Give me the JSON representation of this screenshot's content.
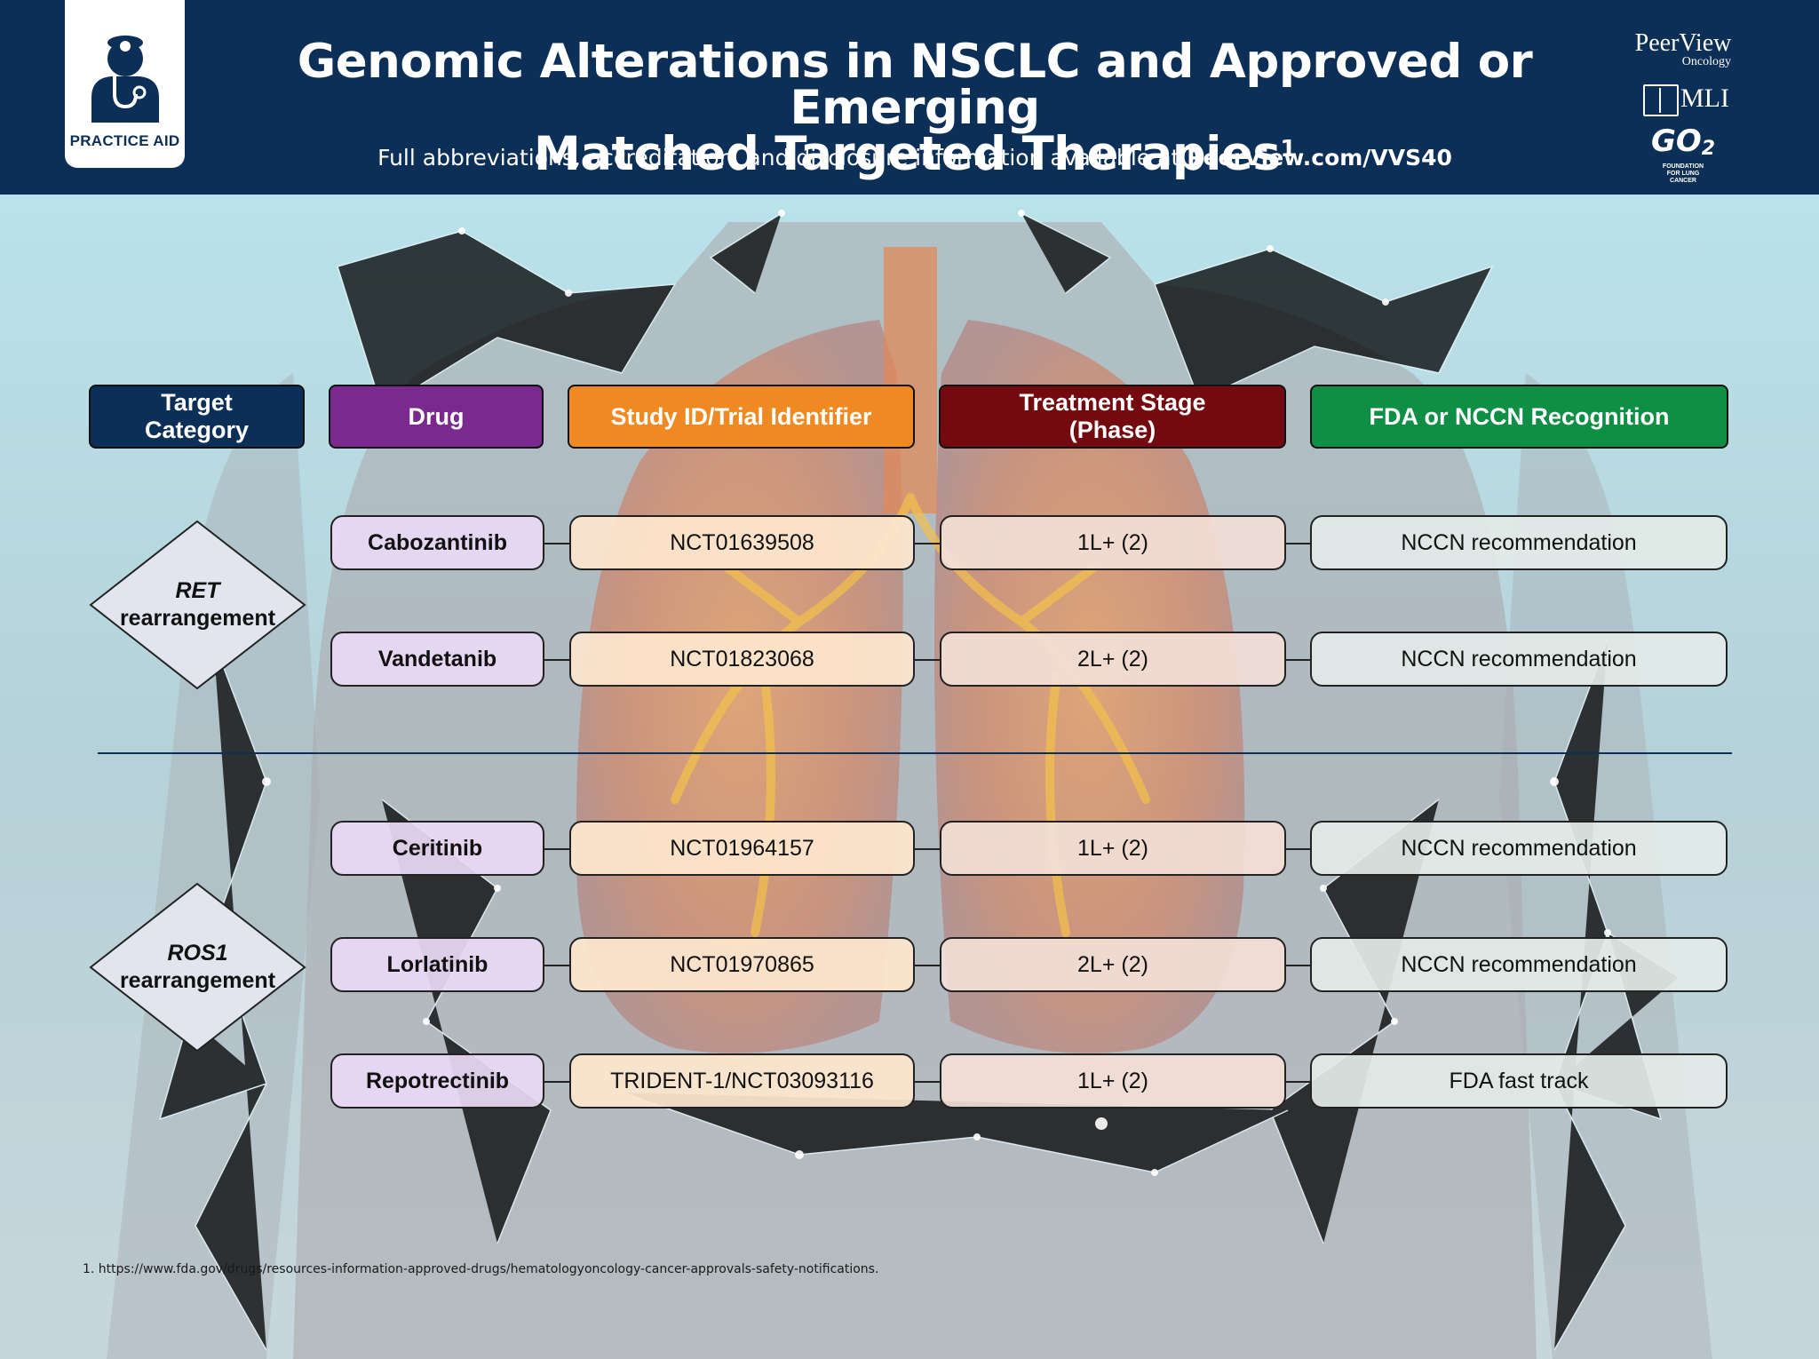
{
  "header": {
    "badge_label": "PRACTICE AID",
    "title_line1": "Genomic Alterations in NSCLC and Approved or Emerging",
    "title_line2": "Matched Targeted Therapies",
    "title_superscript": "1",
    "subtitle_text": "Full abbreviations, accreditation, and disclosure information available at ",
    "subtitle_link": "PeerView.com/VVS40",
    "logos": {
      "peerview_main": "PeerView",
      "peerview_sub": "Oncology",
      "mli": "MLI",
      "go2": "GO",
      "go2_sub": "2",
      "go2_caption_1": "FOUNDATION",
      "go2_caption_2": "FOR LUNG",
      "go2_caption_3": "CANCER"
    }
  },
  "columns": {
    "target_line1": "Target",
    "target_line2": "Category",
    "drug": "Drug",
    "study": "Study ID/Trial Identifier",
    "stage_line1": "Treatment Stage",
    "stage_line2": "(Phase)",
    "fda": "FDA or NCCN Recognition"
  },
  "groups": [
    {
      "name_italic": "RET",
      "name_rest": "rearrangement",
      "rows": [
        {
          "drug": "Cabozantinib",
          "study": "NCT01639508",
          "stage": "1L+ (2)",
          "recognition": "NCCN recommendation"
        },
        {
          "drug": "Vandetanib",
          "study": "NCT01823068",
          "stage": "2L+ (2)",
          "recognition": "NCCN recommendation"
        }
      ]
    },
    {
      "name_italic": "ROS1",
      "name_rest": "rearrangement",
      "rows": [
        {
          "drug": "Ceritinib",
          "study": "NCT01964157",
          "stage": "1L+ (2)",
          "recognition": "NCCN recommendation"
        },
        {
          "drug": "Lorlatinib",
          "study": "NCT01970865",
          "stage": "2L+ (2)",
          "recognition": "NCCN recommendation"
        },
        {
          "drug": "Repotrectinib",
          "study": "TRIDENT-1/NCT03093116",
          "stage": "1L+ (2)",
          "recognition": "FDA fast track"
        }
      ]
    }
  ],
  "footnote": "1. https://www.fda.gov/drugs/resources-information-approved-drugs/hematologyoncology-cancer-approvals-safety-notifications.",
  "colors": {
    "navy": "#0c2f57",
    "drug_purple": "#7a2a8f",
    "study_orange": "#ef8a23",
    "stage_maroon": "#720a0f",
    "fda_green": "#0f8f45"
  }
}
